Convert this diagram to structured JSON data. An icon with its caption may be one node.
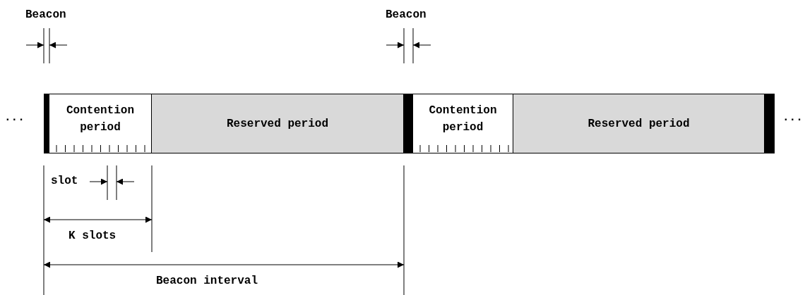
{
  "diagram": {
    "nodes": [
      {
        "text": [],
        "shape": "bar"
      },
      {
        "text": [
          "Contention period"
        ]
      },
      {
        "text": [
          "Reserved period"
        ]
      },
      {
        "text": [],
        "shape": "bar"
      },
      {
        "text": [
          "Contention period"
        ]
      },
      {
        "text": [
          "Reserved period"
        ]
      },
      {
        "text": [],
        "shape": "bar"
      }
    ],
    "labels": [
      "Beacon",
      "Beacon",
      "...",
      "...",
      "slot",
      "K slots",
      "Beacon interval"
    ]
  }
}
